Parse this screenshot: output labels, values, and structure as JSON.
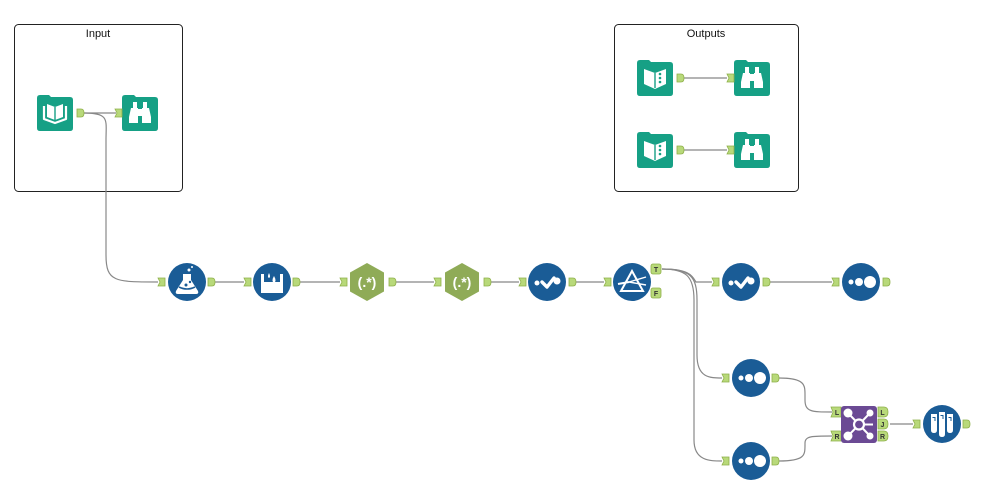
{
  "containers": [
    {
      "id": "input",
      "title": "Input"
    },
    {
      "id": "outputs",
      "title": "Outputs"
    }
  ],
  "tools": {
    "input_data": {
      "name": "Input Data",
      "category": "In/Out",
      "icon": "book-open-icon",
      "color": "#16a085"
    },
    "browse_input": {
      "name": "Browse",
      "category": "In/Out",
      "icon": "binoculars-icon",
      "color": "#16a085"
    },
    "macro_input_1": {
      "name": "Macro Input",
      "category": "In/Out",
      "icon": "book-dots-icon",
      "color": "#16a085"
    },
    "browse_out_1": {
      "name": "Browse",
      "category": "In/Out",
      "icon": "binoculars-icon",
      "color": "#16a085"
    },
    "macro_input_2": {
      "name": "Macro Input",
      "category": "In/Out",
      "icon": "book-dots-icon",
      "color": "#16a085"
    },
    "browse_out_2": {
      "name": "Browse",
      "category": "In/Out",
      "icon": "binoculars-icon",
      "color": "#16a085"
    },
    "formula": {
      "name": "Formula",
      "category": "Preparation",
      "icon": "flask-icon",
      "color": "#1a5c96"
    },
    "data_cleansing": {
      "name": "Data Cleansing",
      "category": "Preparation",
      "icon": "bucket-drops-icon",
      "color": "#1a5c96"
    },
    "regex_1": {
      "name": "RegEx",
      "category": "Parse",
      "icon": "regex-icon",
      "label": "(.*)",
      "color": "#8fab57"
    },
    "regex_2": {
      "name": "RegEx",
      "category": "Parse",
      "icon": "regex-icon",
      "label": "(.*)",
      "color": "#8fab57"
    },
    "select_1": {
      "name": "Select",
      "category": "Preparation",
      "icon": "check-dots-icon",
      "color": "#1a5c96"
    },
    "filter": {
      "name": "Filter",
      "category": "Preparation",
      "icon": "prism-icon",
      "color": "#1a5c96"
    },
    "select_2": {
      "name": "Select",
      "category": "Preparation",
      "icon": "check-dots-icon",
      "color": "#1a5c96"
    },
    "sample_1": {
      "name": "Sample",
      "category": "Preparation",
      "icon": "three-dots-icon",
      "color": "#1a5c96"
    },
    "sample_2": {
      "name": "Sample",
      "category": "Preparation",
      "icon": "three-dots-icon",
      "color": "#1a5c96"
    },
    "sample_3": {
      "name": "Sample",
      "category": "Preparation",
      "icon": "three-dots-icon",
      "color": "#1a5c96"
    },
    "join": {
      "name": "Join",
      "category": "Join",
      "icon": "join-network-icon",
      "color": "#6b4a94"
    },
    "test": {
      "name": "Test",
      "category": "Developer",
      "icon": "test-tubes-icon",
      "color": "#1a5c96"
    }
  },
  "anchor_labels": {
    "true": "T",
    "false": "F",
    "left": "L",
    "join": "J",
    "right": "R"
  },
  "colors": {
    "anchor_fill": "#b8d97a",
    "anchor_stroke": "#8fb04a",
    "connection": "#888888",
    "teal": "#16a085",
    "blue": "#1a5c96",
    "olive": "#8fab57",
    "purple": "#6b4a94"
  }
}
